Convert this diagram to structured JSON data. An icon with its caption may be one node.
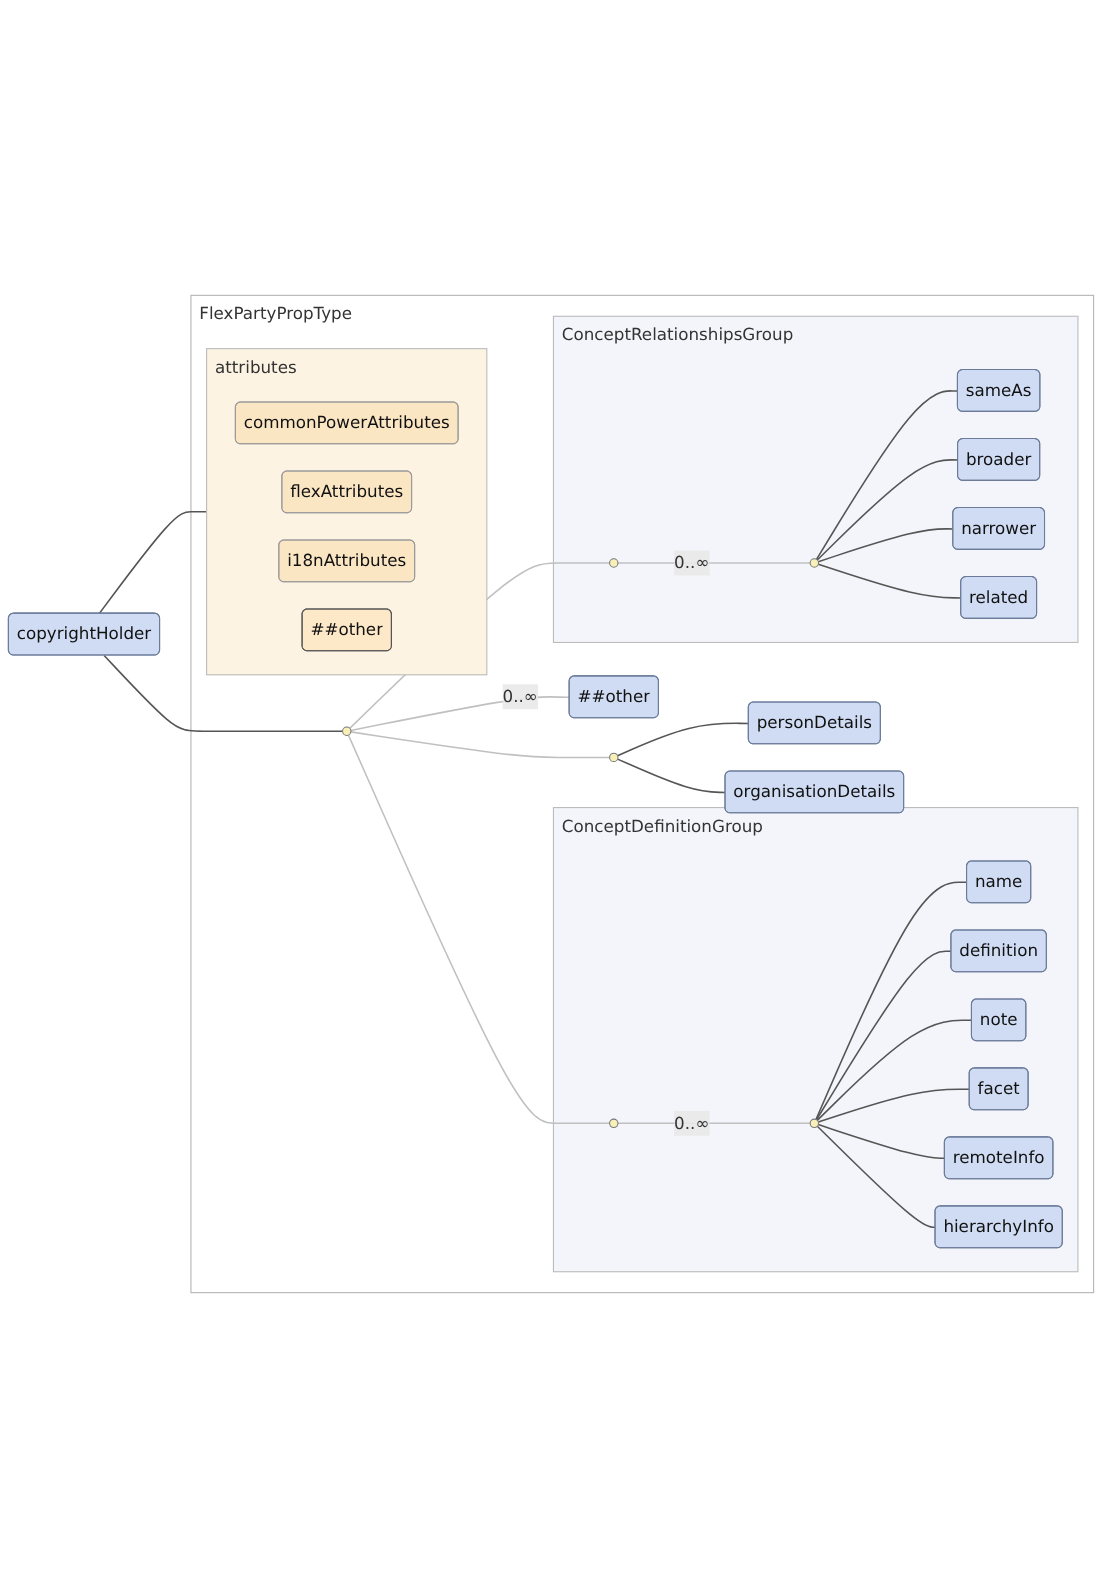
{
  "diagram": {
    "nodes": [
      {
        "text": [
          "copyrightHolder"
        ]
      },
      {
        "text": [
          "FlexPartyPropType"
        ]
      },
      {
        "text": [
          "attributes"
        ],
        "in": 1
      },
      {
        "text": [
          "commonPowerAttributes"
        ],
        "in": 2
      },
      {
        "text": [
          "flexAttributes"
        ],
        "in": 2
      },
      {
        "text": [
          "i18nAttributes"
        ],
        "in": 2
      },
      {
        "text": [
          "##other"
        ],
        "in": 2
      },
      {
        "text": [],
        "shape": "circle",
        "in": 1
      },
      {
        "text": [
          "ConceptDefinitionGroup"
        ],
        "in": 1
      },
      {
        "text": [],
        "shape": "circle",
        "in": 8
      },
      {
        "text": [],
        "shape": "circle",
        "in": 8
      },
      {
        "text": [
          "name"
        ],
        "in": 8
      },
      {
        "text": [
          "definition"
        ],
        "in": 8
      },
      {
        "text": [
          "note"
        ],
        "in": 8
      },
      {
        "text": [
          "facet"
        ],
        "in": 8
      },
      {
        "text": [
          "remoteInfo"
        ],
        "in": 8
      },
      {
        "text": [
          "hierarchyInfo"
        ],
        "in": 8
      },
      {
        "text": [
          "ConceptRelationshipsGroup"
        ],
        "in": 1
      },
      {
        "text": [],
        "shape": "circle",
        "in": 17
      },
      {
        "text": [],
        "shape": "circle",
        "in": 17
      },
      {
        "text": [
          "sameAs"
        ],
        "in": 17
      },
      {
        "text": [
          "broader"
        ],
        "in": 17
      },
      {
        "text": [
          "narrower"
        ],
        "in": 17
      },
      {
        "text": [
          "related"
        ],
        "in": 17
      },
      {
        "text": [],
        "shape": "circle",
        "in": 1
      },
      {
        "text": [
          "personDetails"
        ],
        "in": 1
      },
      {
        "text": [
          "organisationDetails"
        ],
        "in": 1
      },
      {
        "text": [
          "##other"
        ],
        "in": 1
      }
    ],
    "edges": [
      {
        "from": 0,
        "to": 2,
        "arrow": "none"
      },
      {
        "from": 0,
        "to": 7,
        "arrow": "none"
      },
      {
        "from": 7,
        "to": 9,
        "arrow": "none",
        "color": "#c0c0c0"
      },
      {
        "from": 9,
        "to": 10,
        "arrow": "none",
        "label": "0..∞",
        "color": "#c0c0c0"
      },
      {
        "from": 10,
        "to": 11,
        "arrow": "none"
      },
      {
        "from": 10,
        "to": 12,
        "arrow": "none"
      },
      {
        "from": 10,
        "to": 13,
        "arrow": "none"
      },
      {
        "from": 10,
        "to": 14,
        "arrow": "none"
      },
      {
        "from": 10,
        "to": 15,
        "arrow": "none"
      },
      {
        "from": 10,
        "to": 16,
        "arrow": "none"
      },
      {
        "from": 7,
        "to": 18,
        "arrow": "none",
        "color": "#c0c0c0"
      },
      {
        "from": 18,
        "to": 19,
        "arrow": "none",
        "label": "0..∞",
        "color": "#c0c0c0"
      },
      {
        "from": 19,
        "to": 20,
        "arrow": "none"
      },
      {
        "from": 19,
        "to": 21,
        "arrow": "none"
      },
      {
        "from": 19,
        "to": 22,
        "arrow": "none"
      },
      {
        "from": 19,
        "to": 23,
        "arrow": "none"
      },
      {
        "from": 7,
        "to": 24,
        "arrow": "none",
        "color": "#c0c0c0"
      },
      {
        "from": 24,
        "to": 25,
        "arrow": "none"
      },
      {
        "from": 24,
        "to": 26,
        "arrow": "none"
      },
      {
        "from": 7,
        "to": 27,
        "arrow": "none",
        "label": "0..∞",
        "color": "#c0c0c0"
      }
    ]
  }
}
